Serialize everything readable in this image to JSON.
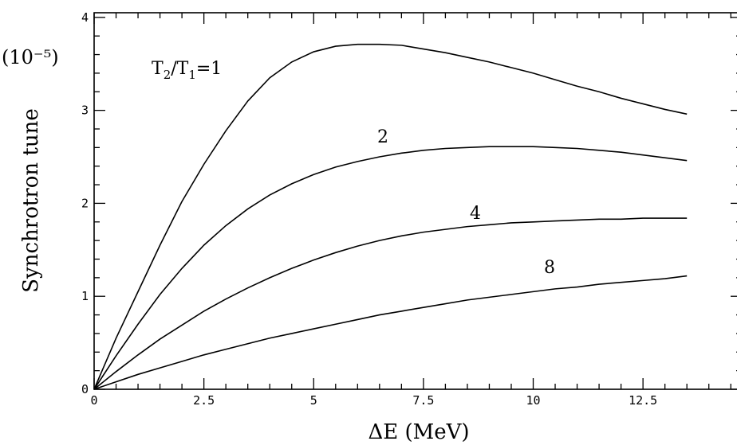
{
  "chart_data": {
    "type": "line",
    "xlabel": "ΔE (MeV)",
    "ylabel": "Synchrotron tune",
    "yunit_label": "(10⁻⁵)",
    "xlim": [
      0,
      14.75
    ],
    "ylim": [
      0,
      4.05
    ],
    "xticks": [
      0,
      2.5,
      5,
      7.5,
      10,
      12.5
    ],
    "xtick_labels": [
      "0",
      "2.5",
      "5",
      "7.5",
      "10",
      "12.5"
    ],
    "yticks": [
      0,
      1,
      2,
      3,
      4
    ],
    "ytick_labels": [
      "0",
      "1",
      "2",
      "3",
      "4"
    ],
    "grid": false,
    "series": [
      {
        "name": "T₂/T₁=1",
        "label_prefix": "T",
        "label_sub1": "2",
        "label_mid": "/T",
        "label_sub2": "1",
        "label_suffix": "=1",
        "x": [
          0,
          0.5,
          1,
          1.5,
          2,
          2.5,
          3,
          3.5,
          4,
          4.5,
          5,
          5.5,
          6,
          6.5,
          7,
          7.5,
          8,
          8.5,
          9,
          9.5,
          10,
          10.5,
          11,
          11.5,
          12,
          12.5,
          13,
          13.5
        ],
        "y": [
          0,
          0.55,
          1.05,
          1.55,
          2.02,
          2.42,
          2.78,
          3.1,
          3.35,
          3.52,
          3.63,
          3.69,
          3.71,
          3.71,
          3.7,
          3.66,
          3.62,
          3.57,
          3.52,
          3.46,
          3.4,
          3.33,
          3.26,
          3.2,
          3.13,
          3.07,
          3.01,
          2.96
        ]
      },
      {
        "name": "2",
        "x": [
          0,
          0.5,
          1,
          1.5,
          2,
          2.5,
          3,
          3.5,
          4,
          4.5,
          5,
          5.5,
          6,
          6.5,
          7,
          7.5,
          8,
          8.5,
          9,
          9.5,
          10,
          10.5,
          11,
          11.5,
          12,
          12.5,
          13,
          13.5
        ],
        "y": [
          0,
          0.36,
          0.7,
          1.02,
          1.3,
          1.55,
          1.76,
          1.94,
          2.09,
          2.21,
          2.31,
          2.39,
          2.45,
          2.5,
          2.54,
          2.57,
          2.59,
          2.6,
          2.61,
          2.61,
          2.61,
          2.6,
          2.59,
          2.57,
          2.55,
          2.52,
          2.49,
          2.46
        ]
      },
      {
        "name": "4",
        "x": [
          0,
          0.5,
          1,
          1.5,
          2,
          2.5,
          3,
          3.5,
          4,
          4.5,
          5,
          5.5,
          6,
          6.5,
          7,
          7.5,
          8,
          8.5,
          9,
          9.5,
          10,
          10.5,
          11,
          11.5,
          12,
          12.5,
          13,
          13.5
        ],
        "y": [
          0,
          0.19,
          0.37,
          0.54,
          0.69,
          0.84,
          0.97,
          1.09,
          1.2,
          1.3,
          1.39,
          1.47,
          1.54,
          1.6,
          1.65,
          1.69,
          1.72,
          1.75,
          1.77,
          1.79,
          1.8,
          1.81,
          1.82,
          1.83,
          1.83,
          1.84,
          1.84,
          1.84
        ]
      },
      {
        "name": "8",
        "x": [
          0,
          0.5,
          1,
          1.5,
          2,
          2.5,
          3,
          3.5,
          4,
          4.5,
          5,
          5.5,
          6,
          6.5,
          7,
          7.5,
          8,
          8.5,
          9,
          9.5,
          10,
          10.5,
          11,
          11.5,
          12,
          12.5,
          13,
          13.5
        ],
        "y": [
          0,
          0.08,
          0.16,
          0.23,
          0.3,
          0.37,
          0.43,
          0.49,
          0.55,
          0.6,
          0.65,
          0.7,
          0.75,
          0.8,
          0.84,
          0.88,
          0.92,
          0.96,
          0.99,
          1.02,
          1.05,
          1.08,
          1.1,
          1.13,
          1.15,
          1.17,
          1.19,
          1.22
        ]
      }
    ]
  }
}
